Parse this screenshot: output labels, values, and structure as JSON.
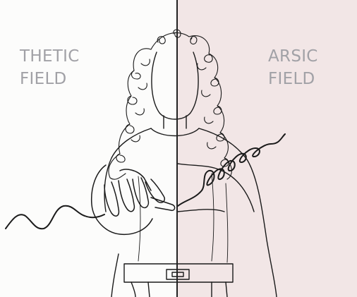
{
  "left_field": {
    "line1": "THETIC",
    "line2": "FIELD"
  },
  "right_field": {
    "line1": "ARSIC",
    "line2": "FIELD"
  },
  "colors": {
    "left_background": "#fcfcfb",
    "right_background": "#f2e6e6",
    "label": "#a1a1a6",
    "ink": "#1a1a1a"
  }
}
